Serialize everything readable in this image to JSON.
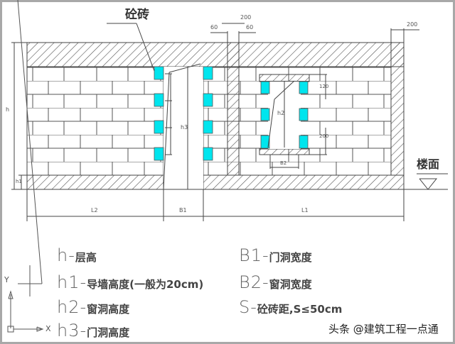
{
  "drawing": {
    "title_label": "砼砖",
    "floor_label": "楼面",
    "dimensions": {
      "left_60": "60",
      "top_200": "200",
      "right_60": "60",
      "right_wall_200": "200",
      "window_top_120": "120",
      "window_bottom_200": "200",
      "h": "h",
      "h1": "h1",
      "h2": "h2",
      "h3": "h3",
      "s": "S",
      "b1": "B1",
      "b2": "B2",
      "l1": "L1",
      "l2": "L2"
    },
    "colors": {
      "concrete_brick": "#00e5ee",
      "line": "#444444",
      "hatch": "#555555"
    }
  },
  "legend": {
    "left": [
      {
        "code": "h-",
        "desc": "层高"
      },
      {
        "code": "h1-",
        "desc": "导墙高度(一般为20cm)"
      },
      {
        "code": "h2-",
        "desc": "窗洞高度"
      },
      {
        "code": "h3-",
        "desc": "门洞高度"
      }
    ],
    "right": [
      {
        "code": "B1-",
        "desc": "门洞宽度"
      },
      {
        "code": "B2-",
        "desc": "窗洞宽度"
      },
      {
        "code": "S-",
        "desc": "砼砖距,S≤50cm"
      }
    ]
  },
  "axis": {
    "x": "X",
    "y": "Y"
  },
  "watermark": "头条 @建筑工程一点通"
}
